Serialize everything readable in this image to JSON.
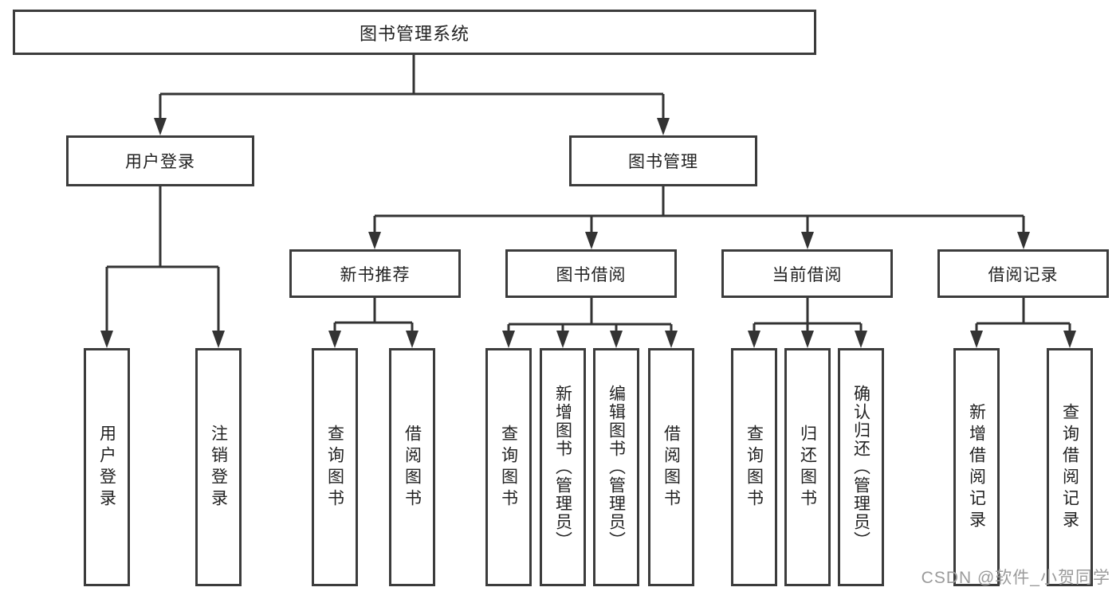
{
  "watermark": "CSDN @软件_小贺同学",
  "tree": {
    "root": "图书管理系统",
    "branches": [
      {
        "label": "用户登录",
        "children": [
          {
            "label": "用户登录"
          },
          {
            "label": "注销登录"
          }
        ]
      },
      {
        "label": "图书管理",
        "children": [
          {
            "label": "新书推荐",
            "children": [
              {
                "label": "查询图书"
              },
              {
                "label": "借阅图书"
              }
            ]
          },
          {
            "label": "图书借阅",
            "children": [
              {
                "label": "查询图书"
              },
              {
                "label": "新增图书（管理员）"
              },
              {
                "label": "编辑图书（管理员）"
              },
              {
                "label": "借阅图书"
              }
            ]
          },
          {
            "label": "当前借阅",
            "children": [
              {
                "label": "查询图书"
              },
              {
                "label": "归还图书"
              },
              {
                "label": "确认归还（管理员）"
              }
            ]
          },
          {
            "label": "借阅记录",
            "children": [
              {
                "label": "新增借阅记录"
              },
              {
                "label": "查询借阅记录"
              }
            ]
          }
        ]
      }
    ]
  }
}
